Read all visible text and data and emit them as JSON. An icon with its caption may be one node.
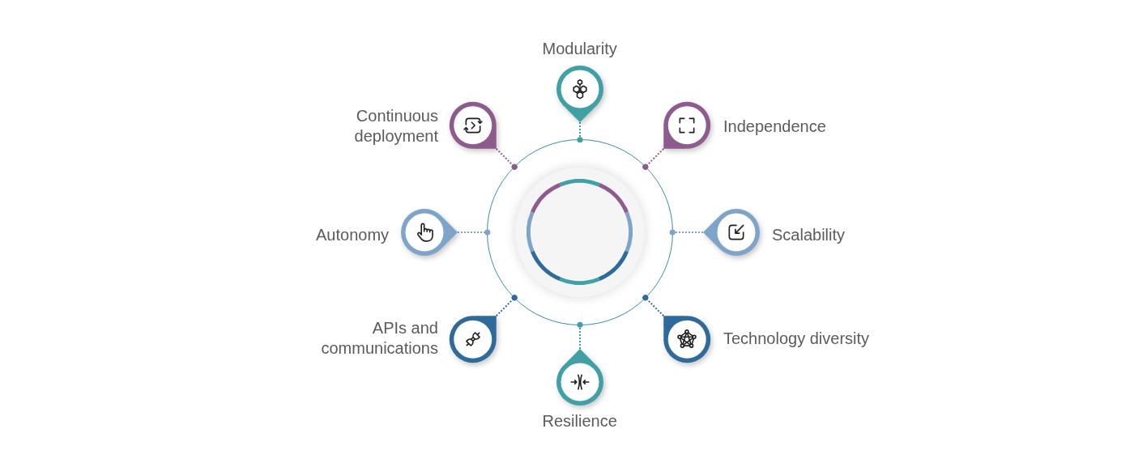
{
  "diagram": {
    "nodes": [
      {
        "text": [],
        "shape": "circle"
      },
      {
        "text": [],
        "shape": "circle",
        "in": 0
      },
      {
        "text": [
          "Modularity"
        ]
      },
      {
        "text": [
          "Continuous deployment"
        ]
      },
      {
        "text": [
          "Independence"
        ]
      },
      {
        "text": [
          "Autonomy"
        ]
      },
      {
        "text": [
          "Scalability"
        ]
      },
      {
        "text": [
          "APIs and communications"
        ]
      },
      {
        "text": [
          "Technology diversity"
        ]
      },
      {
        "text": [
          "Resilience"
        ]
      }
    ],
    "edges": [
      {
        "from": 2,
        "to": 0,
        "arrow": "other",
        "style": "dashed",
        "color": "#3fa0a6"
      },
      {
        "from": 3,
        "to": 0,
        "arrow": "other",
        "style": "dashed",
        "color": "#8d5b8e"
      },
      {
        "from": 4,
        "to": 0,
        "arrow": "other",
        "style": "dashed",
        "color": "#8d5b8e"
      },
      {
        "from": 5,
        "to": 0,
        "arrow": "other",
        "style": "dashed",
        "color": "#7ea5c9"
      },
      {
        "from": 6,
        "to": 0,
        "arrow": "other",
        "style": "dashed",
        "color": "#7ea5c9"
      },
      {
        "from": 7,
        "to": 0,
        "arrow": "other",
        "style": "dashed",
        "color": "#2e6b9c"
      },
      {
        "from": 8,
        "to": 0,
        "arrow": "other",
        "style": "dashed",
        "color": "#2e6b9c"
      },
      {
        "from": 9,
        "to": 0,
        "arrow": "other",
        "style": "dashed",
        "color": "#3fa0a6"
      }
    ]
  }
}
